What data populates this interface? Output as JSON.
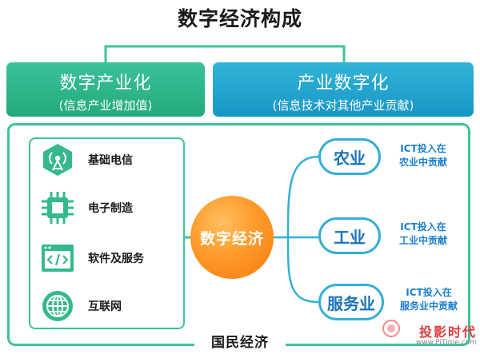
{
  "title": "数字经济构成",
  "top_left": {
    "main": "数字产业化",
    "sub": "(信息产业增加值)"
  },
  "top_right": {
    "main": "产业数字化",
    "sub": "(信息技术对其他产业贡献)"
  },
  "left_items": [
    {
      "label": "基础电信",
      "icon": "signal-tower-icon"
    },
    {
      "label": "电子制造",
      "icon": "chip-icon"
    },
    {
      "label": "软件及服务",
      "icon": "code-window-icon"
    },
    {
      "label": "互联网",
      "icon": "globe-icon"
    }
  ],
  "hub": "数字经济",
  "sectors": [
    {
      "label": "农业",
      "note_line1": "ICT投入在",
      "note_line2": "农业中贡献"
    },
    {
      "label": "工业",
      "note_line1": "ICT投入在",
      "note_line2": "工业中贡献"
    },
    {
      "label": "服务业",
      "note_line1": "ICT投入在",
      "note_line2": "服务业中贡献"
    }
  ],
  "bottom_label": "国民经济",
  "watermark": {
    "text": "投影时代",
    "url": "www.PjTime.com"
  },
  "colors": {
    "green": "#3cc49a",
    "blue": "#34afd6",
    "orange": "#f47c10",
    "sector_text": "#1b73b8"
  }
}
